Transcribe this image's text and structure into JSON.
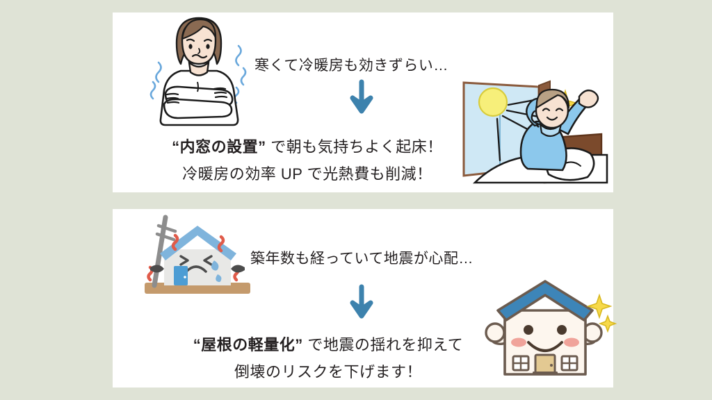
{
  "page": {
    "background_color": "#dfe3d6",
    "panel_color": "#ffffff",
    "text_color": "#231f20",
    "arrow_color": "#3d82ad"
  },
  "panels": [
    {
      "id": "panel-insulation",
      "problem_text": "寒くて冷暖房も効きずらい…",
      "arrow": "down-arrow",
      "solution_line1_quoted": "“内窓の設置”",
      "solution_line1_rest": " で朝も気持ちよく起床！",
      "solution_line2": "冷暖房の効率 UP で光熱費も削減！",
      "illustration_before": "shivering-woman",
      "illustration_after": "person-waking-up-by-window"
    },
    {
      "id": "panel-roof",
      "problem_text": "築年数も経っていて地震が心配…",
      "arrow": "down-arrow",
      "solution_line1_quoted": "“屋根の軽量化”",
      "solution_line1_rest": " で地震の揺れを抑えて",
      "solution_line2": "倒壊のリスクを下げます！",
      "illustration_before": "sad-shaking-house",
      "illustration_after": "smiling-house-character"
    }
  ]
}
